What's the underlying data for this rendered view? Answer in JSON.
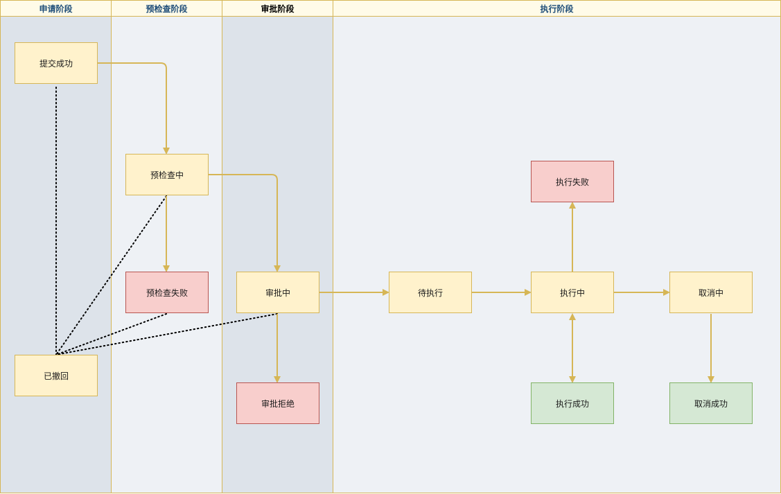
{
  "lanes": [
    {
      "id": "apply",
      "title": "申请阶段",
      "title_color": "#1f4e79"
    },
    {
      "id": "precheck",
      "title": "预检查阶段",
      "title_color": "#1f4e79"
    },
    {
      "id": "approve",
      "title": "审批阶段",
      "title_color": "#000000"
    },
    {
      "id": "execute",
      "title": "执行阶段",
      "title_color": "#1f4e79"
    }
  ],
  "nodes": {
    "submitted": "提交成功",
    "prechecking": "预检查中",
    "precheck_failed": "预检查失败",
    "withdrawn": "已撤回",
    "approving": "审批中",
    "rejected": "审批拒绝",
    "pending": "待执行",
    "executing": "执行中",
    "exec_failed": "执行失败",
    "exec_success": "执行成功",
    "cancelling": "取消中",
    "cancel_success": "取消成功"
  },
  "colors": {
    "arrow": "#d6b656",
    "dotted": "#000000",
    "state_default": "#fff2cc",
    "state_failed": "#f8cecc",
    "state_success": "#d5e8d4"
  }
}
